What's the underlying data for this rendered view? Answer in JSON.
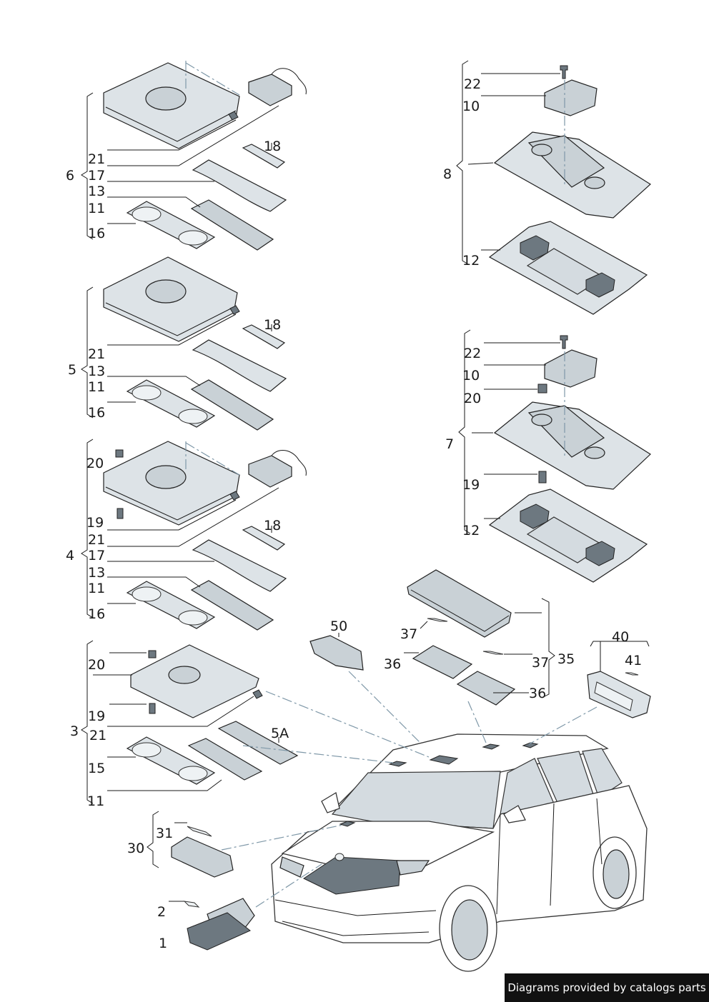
{
  "groups": [
    {
      "label": "6",
      "parts": [
        "21",
        "17",
        "13",
        "11",
        "16"
      ],
      "callout": "18"
    },
    {
      "label": "5",
      "parts": [
        "21",
        "13",
        "11",
        "16"
      ],
      "callout": "18"
    },
    {
      "label": "4",
      "parts": [
        "20",
        "19",
        "21",
        "17",
        "13",
        "11",
        "16"
      ],
      "callout": "18"
    },
    {
      "label": "3",
      "parts": [
        "20",
        "19",
        "21",
        "15",
        "11"
      ],
      "callout": "5A"
    },
    {
      "label": "8",
      "parts": [
        "22",
        "10",
        "12"
      ]
    },
    {
      "label": "7",
      "parts": [
        "22",
        "10",
        "20",
        "19",
        "12"
      ]
    },
    {
      "label": "35",
      "parts": [
        "37",
        "36",
        "37",
        "36"
      ]
    },
    {
      "label": "30",
      "parts": [
        "31"
      ]
    }
  ],
  "standalone": [
    "50",
    "40",
    "41",
    "2",
    "1"
  ],
  "credit": "Diagrams provided by catalogs parts"
}
